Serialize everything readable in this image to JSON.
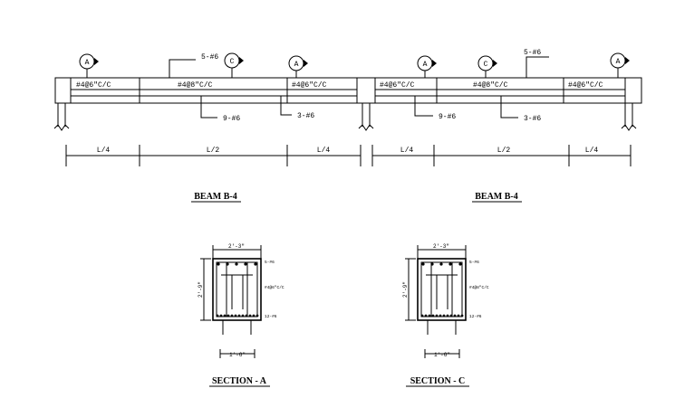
{
  "beams": [
    {
      "title": "BEAM B-4",
      "stirrups": [
        "#4@6\"C/C",
        "#4@8\"C/C",
        "#4@6\"C/C"
      ],
      "top_bars": "5-#6",
      "bottom_bars": "9-#6",
      "extra_bars": "3-#6",
      "dims": [
        "L/4",
        "L/2",
        "L/4"
      ],
      "markers": [
        "A",
        "C",
        "A"
      ]
    },
    {
      "title": "BEAM B-4",
      "stirrups": [
        "#4@6\"C/C",
        "#4@8\"C/C",
        "#4@6\"C/C"
      ],
      "top_bars": "5-#6",
      "bottom_bars": "9-#6",
      "extra_bars": "3-#6",
      "dims": [
        "L/4",
        "L/2",
        "L/4"
      ],
      "markers": [
        "A",
        "C",
        "A"
      ]
    }
  ],
  "sections": [
    {
      "title": "SECTION - A",
      "width_dim": "2'-3\"",
      "depth_dim": "2'-9\"",
      "column_dim": "1'-6\"",
      "top_bars": "5-#6",
      "stirrups": "#4@6\"C/C",
      "bottom_bars": "12-#6"
    },
    {
      "title": "SECTION - C",
      "width_dim": "2'-3\"",
      "depth_dim": "2'-9\"",
      "column_dim": "1'-6\"",
      "top_bars": "5-#6",
      "stirrups": "#4@8\"C/C",
      "bottom_bars": "12-#6"
    }
  ]
}
